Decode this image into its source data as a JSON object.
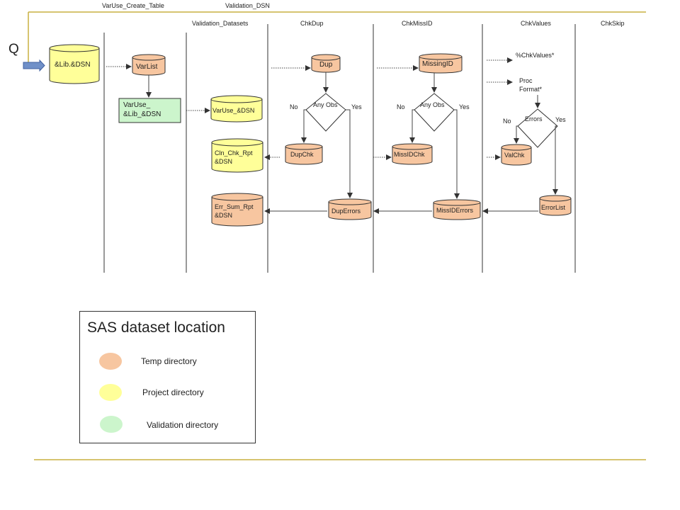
{
  "colors": {
    "temp": "#f7c6a0",
    "project": "#ffff99",
    "validation": "#ccf5cc",
    "accent_line": "#c8b040",
    "arrow": "#555555"
  },
  "headers": {
    "top1": "VarUse_Create_Table",
    "top2": "Validation_DSN",
    "col_validation_datasets": "Validation_Datasets",
    "col_chkdup": "ChkDup",
    "col_chkmissid": "ChkMissID",
    "col_chkvalues": "ChkValues",
    "col_chkskip": "ChkSkip"
  },
  "q_label": "Q",
  "nodes": {
    "lib_dsn": "&Lib.&DSN",
    "varlist": "VarList",
    "varuse_lib_l1": "VarUse_",
    "varuse_lib_l2": "&Lib_&DSN",
    "varuse_dsn": "VarUse_&DSN",
    "cln_chk_l1": "Cln_Chk_Rpt",
    "cln_chk_l2": "&DSN",
    "err_sum_l1": "Err_Sum_Rpt",
    "err_sum_l2": "&DSN",
    "dup": "Dup",
    "dupchk": "DupChk",
    "duperrors": "DupErrors",
    "missingid": "MissingID",
    "missidchk": "MissIDChk",
    "missiderrors": "MissIDErrors",
    "chkvalues_macro": "%ChkValues*",
    "proc_format_l1": "Proc",
    "proc_format_l2": "Format*",
    "valchk": "ValChk",
    "errorlist": "ErrorList"
  },
  "decisions": {
    "any_obs_1": "Any Obs",
    "no_1": "No",
    "yes_1": "Yes",
    "any_obs_2": "Any Obs",
    "no_2": "No",
    "yes_2": "Yes",
    "errors": "Errors",
    "no_3": "No",
    "yes_3": "Yes"
  },
  "legend": {
    "title": "SAS dataset location",
    "items": [
      {
        "label": "Temp directory",
        "color": "#f7c6a0"
      },
      {
        "label": "Project directory",
        "color": "#ffff99"
      },
      {
        "label": "Validation directory",
        "color": "#ccf5cc"
      }
    ]
  }
}
